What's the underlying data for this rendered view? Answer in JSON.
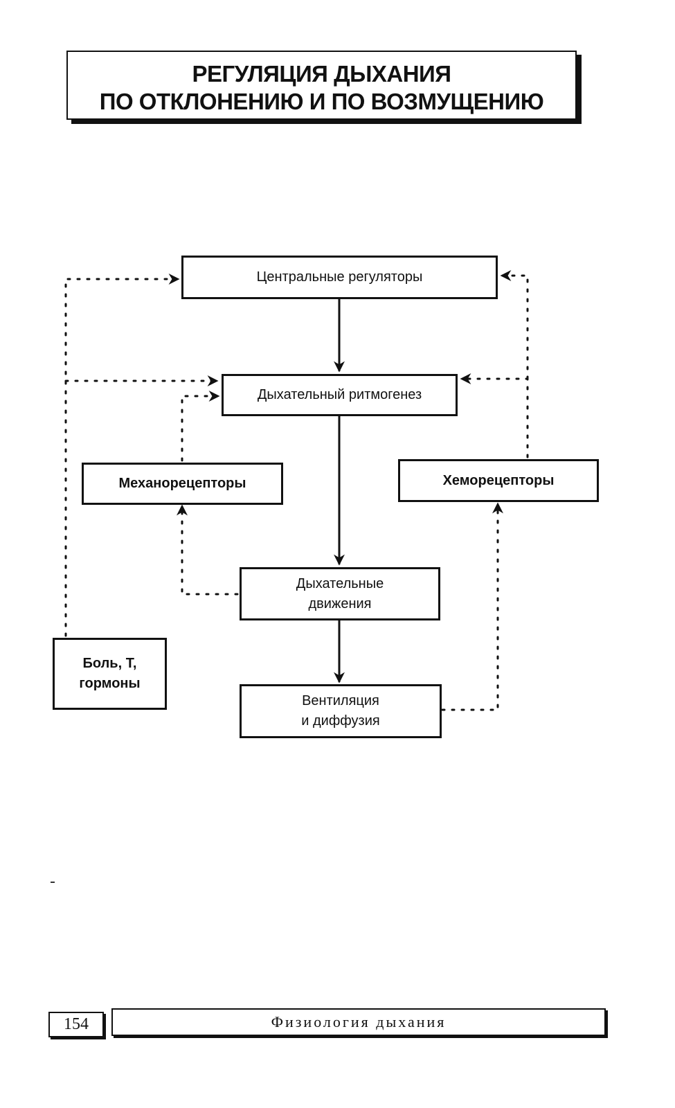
{
  "title": {
    "line1": "РЕГУЛЯЦИЯ ДЫХАНИЯ",
    "line2": "ПО ОТКЛОНЕНИЮ И ПО ВОЗМУЩЕНИЮ"
  },
  "diagram": {
    "nodes": {
      "central": {
        "label": "Центральные регуляторы"
      },
      "rhythm": {
        "label": "Дыхательный ритмогенез"
      },
      "mechano": {
        "label": "Механорецепторы"
      },
      "chemo": {
        "label": "Хеморецепторы"
      },
      "movements": {
        "line1": "Дыхательные",
        "line2": "движения"
      },
      "ventilation": {
        "line1": "Вентиляция",
        "line2": "и диффузия"
      },
      "pain": {
        "line1": "Боль, Т,",
        "line2": "гормоны"
      }
    }
  },
  "footer": {
    "page_number": "154",
    "section_title": "Физиология дыхания"
  },
  "colors": {
    "ink": "#111111",
    "paper": "#ffffff"
  }
}
